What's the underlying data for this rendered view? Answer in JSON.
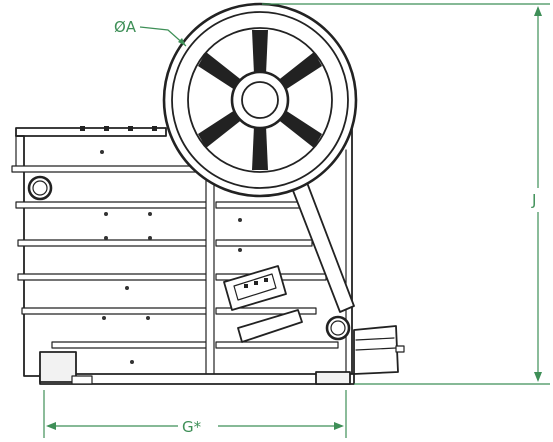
{
  "labels": {
    "diameter": "ØA",
    "height": "J",
    "width": "G*"
  },
  "colors": {
    "dimension": "#3e8f57",
    "line": "#222222",
    "background": "#ffffff"
  }
}
